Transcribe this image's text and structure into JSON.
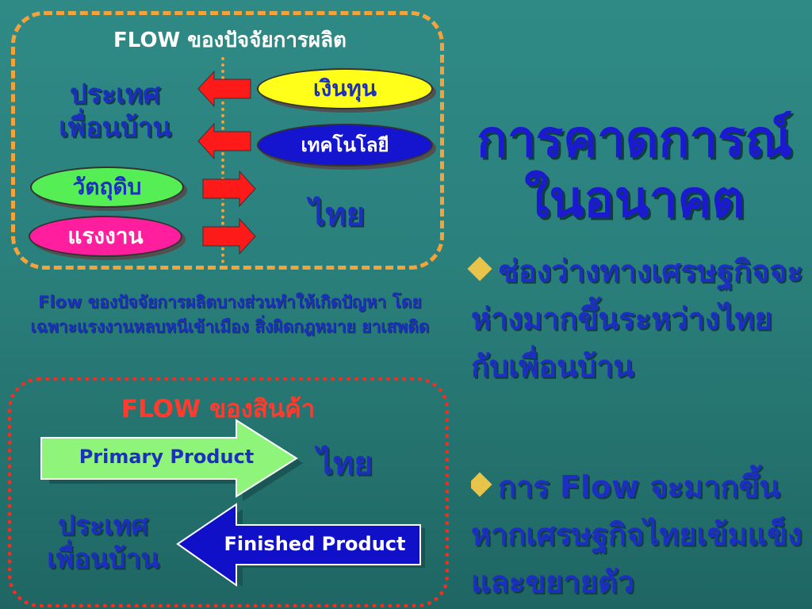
{
  "factors": {
    "title": "FLOW ของปัจจัยการผลิต",
    "neighbour_label": "ประเทศ\nเพื่อนบ้าน",
    "capital": "เงินทุน",
    "technology": "เทคโนโลยี",
    "raw_material": "วัตถุดิบ",
    "labor": "แรงงาน",
    "thai_label": "ไทย",
    "note": "Flow ของปัจจัยการผลิตบางส่วนทำให้เกิดปัญหา โดยเฉพาะแรงงานหลบหนีเข้าเมือง สิ่งผิดกฎหมาย ยาเสพติด"
  },
  "goods": {
    "title": "FLOW ของสินค้า",
    "primary_product": "Primary Product",
    "finished_product": "Finished Product",
    "thai_label": "ไทย",
    "neighbour_label": "ประเทศ\nเพื่อนบ้าน"
  },
  "forecast": {
    "title": "การคาดการณ์\nในอนาคต",
    "bullets": [
      "ช่องว่างทางเศรษฐกิจจะห่างมากขึ้นระหว่างไทยกับเพื่อนบ้าน",
      "การ Flow จะมากขึ้นหากเศรษฐกิจไทยเข้มแข็งและขยายตัว"
    ]
  },
  "colors": {
    "accent_orange": "#f4a23a",
    "accent_red": "#ff2a1e",
    "text_blue": "#1c2fc0"
  }
}
